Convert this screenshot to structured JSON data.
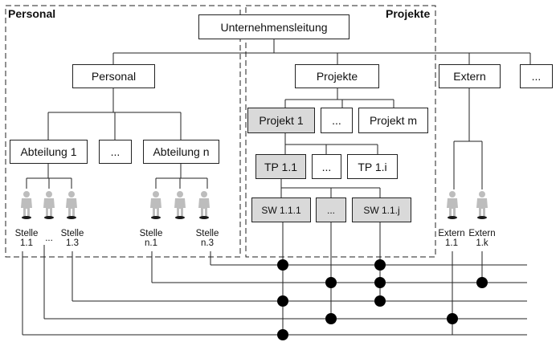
{
  "regions": {
    "personal": "Personal",
    "projekte": "Projekte"
  },
  "boxes": {
    "unternehmensleitung": "Unternehmensleitung",
    "personal": "Personal",
    "projekte": "Projekte",
    "extern": "Extern",
    "more_top": "...",
    "abteilung_1": "Abteilung 1",
    "abteilung_more": "...",
    "abteilung_n": "Abteilung n",
    "projekt_1": "Projekt 1",
    "projekt_more": "...",
    "projekt_m": "Projekt m",
    "tp_1_1": "TP 1.1",
    "tp_more": "...",
    "tp_1_i": "TP 1.i",
    "sw_1_1_1": "SW 1.1.1",
    "sw_more": "...",
    "sw_1_1_j": "SW 1.1.j"
  },
  "people": {
    "stelle_1_1": {
      "line1": "Stelle",
      "line2": "1.1"
    },
    "stelle_more": {
      "line1": "...",
      "line2": ""
    },
    "stelle_1_3": {
      "line1": "Stelle",
      "line2": "1.3"
    },
    "stelle_n_1": {
      "line1": "Stelle",
      "line2": "n.1"
    },
    "stelle_n_2": {
      "line1": "",
      "line2": ""
    },
    "stelle_n_3": {
      "line1": "Stelle",
      "line2": "n.3"
    },
    "extern_1_1": {
      "line1": "Extern",
      "line2": "1.1"
    },
    "extern_1_k": {
      "line1": "Extern",
      "line2": "1.k"
    }
  },
  "colors": {
    "line": "#222222",
    "person": "#bdbdbd",
    "grey_box": "#d9d9d9",
    "node": "#000000"
  }
}
